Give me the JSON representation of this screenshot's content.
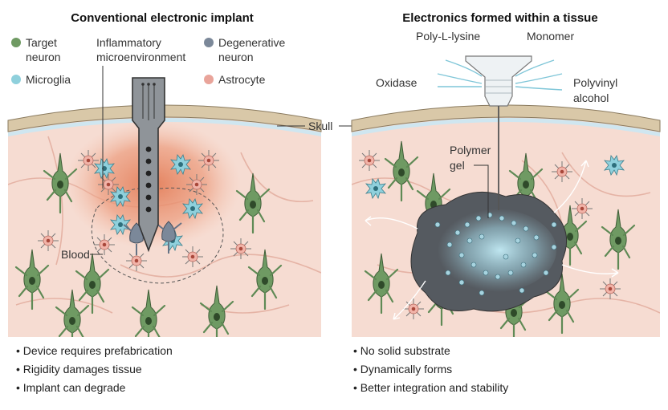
{
  "left": {
    "title": "Conventional electronic implant",
    "legend": {
      "target_neuron": [
        "Target",
        "neuron"
      ],
      "microglia": "Microglia",
      "inflammatory": [
        "Inflammatory",
        "microenvironment"
      ],
      "degenerative_neuron": [
        "Degenerative",
        "neuron"
      ],
      "astrocyte": "Astrocyte"
    },
    "blood_label": "Blood",
    "bullets": [
      "• Device requires prefabrication",
      "• Rigidity damages tissue",
      "• Implant can degrade"
    ]
  },
  "right": {
    "title": "Electronics formed within a tissue",
    "reagents": {
      "poly_lysine": "Poly-L-lysine",
      "monomer": "Monomer",
      "oxidase": "Oxidase",
      "polyvinyl": [
        "Polyvinyl",
        "alcohol"
      ]
    },
    "gel_label": [
      "Polymer",
      "gel"
    ],
    "bullets": [
      "• No solid substrate",
      "• Dynamically forms",
      "• Better integration and stability"
    ]
  },
  "skull_label": "Skull",
  "colors": {
    "tissue": "#f6dcd2",
    "skull": "#d9c8a8",
    "neuron": "#6f9a63",
    "microglia": "#8fd0dc",
    "degenerative": "#7b8899",
    "astrocyte": "#e9a49a",
    "inflammation": "#e98e6c",
    "gel": "#555a60"
  },
  "icons": [
    "target-neuron-icon",
    "microglia-icon",
    "degenerative-neuron-icon",
    "astrocyte-icon",
    "electrode-icon",
    "nozzle-icon"
  ]
}
